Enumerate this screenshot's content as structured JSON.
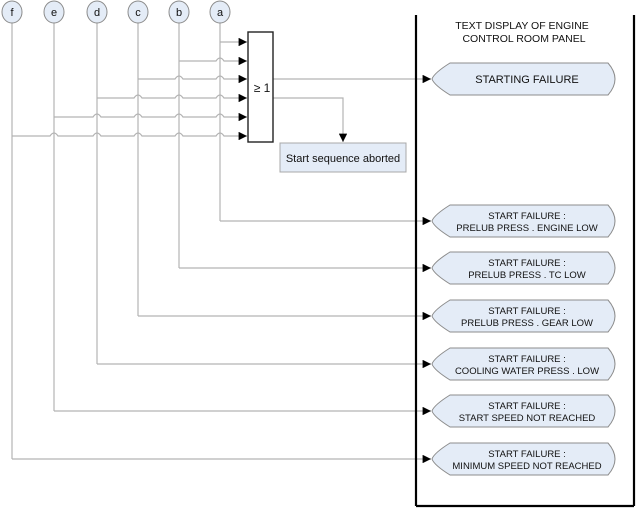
{
  "diagram": {
    "title": "Engine start failure logic",
    "inputs": [
      {
        "id": "f",
        "label": "f"
      },
      {
        "id": "e",
        "label": "e"
      },
      {
        "id": "d",
        "label": "d"
      },
      {
        "id": "c",
        "label": "c"
      },
      {
        "id": "b",
        "label": "b"
      },
      {
        "id": "a",
        "label": "a"
      }
    ],
    "or_gate": {
      "label": "≥ 1"
    },
    "abort_box": {
      "label": "Start sequence aborted"
    },
    "panel": {
      "title_line1": "TEXT DISPLAY OF ENGINE",
      "title_line2": "CONTROL ROOM PANEL"
    },
    "outputs": [
      {
        "id": "summary",
        "source": "or",
        "line1": "STARTING FAILURE",
        "line2": ""
      },
      {
        "id": "a",
        "source": "a",
        "line1": "START FAILURE :",
        "line2": "PRELUB PRESS . ENGINE LOW"
      },
      {
        "id": "b",
        "source": "b",
        "line1": "START FAILURE :",
        "line2": "PRELUB PRESS . TC  LOW"
      },
      {
        "id": "c",
        "source": "c",
        "line1": "START FAILURE :",
        "line2": "PRELUB PRESS . GEAR LOW"
      },
      {
        "id": "d",
        "source": "d",
        "line1": "START FAILURE :",
        "line2": "COOLING WATER PRESS . LOW"
      },
      {
        "id": "e",
        "source": "e",
        "line1": "START FAILURE :",
        "line2": "START SPEED NOT REACHED"
      },
      {
        "id": "f",
        "source": "f",
        "line1": "START FAILURE :",
        "line2": "MINIMUM SPEED NOT REACHED"
      }
    ],
    "colors": {
      "node_fill": "#e4ecf7",
      "node_stroke": "#8c8c8c",
      "wire": "#b3b3b3",
      "panel_border": "#000000"
    }
  }
}
